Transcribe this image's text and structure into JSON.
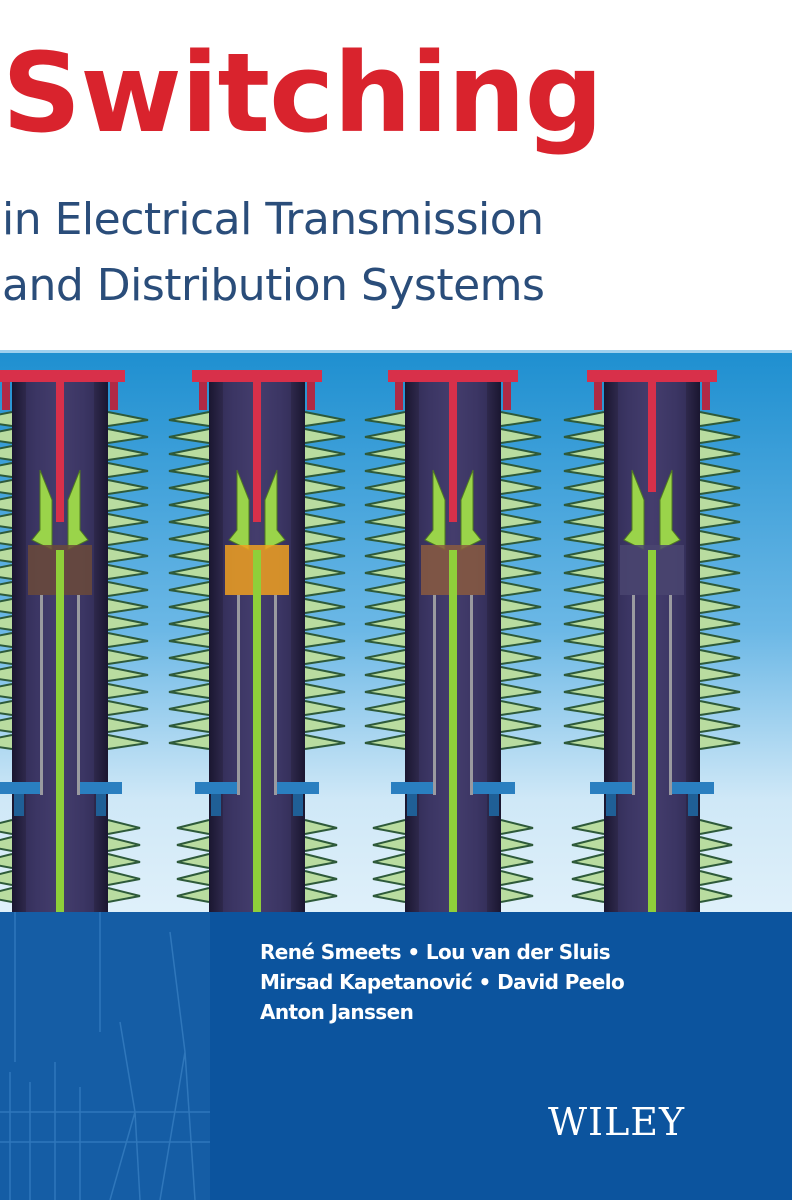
{
  "cover": {
    "title": "Switching",
    "subtitle_line1": "in Electrical Transmission",
    "subtitle_line2": "and Distribution Systems",
    "authors_line1": "René Smeets • Lou van der Sluis",
    "authors_line2": "Mirsad Kapetanović • David Peelo",
    "authors_line3": "Anton Janssen",
    "publisher": "WILEY"
  },
  "colors": {
    "title": "#d9232d",
    "subtitle": "#2a4d7a",
    "band": "#0c549e"
  }
}
